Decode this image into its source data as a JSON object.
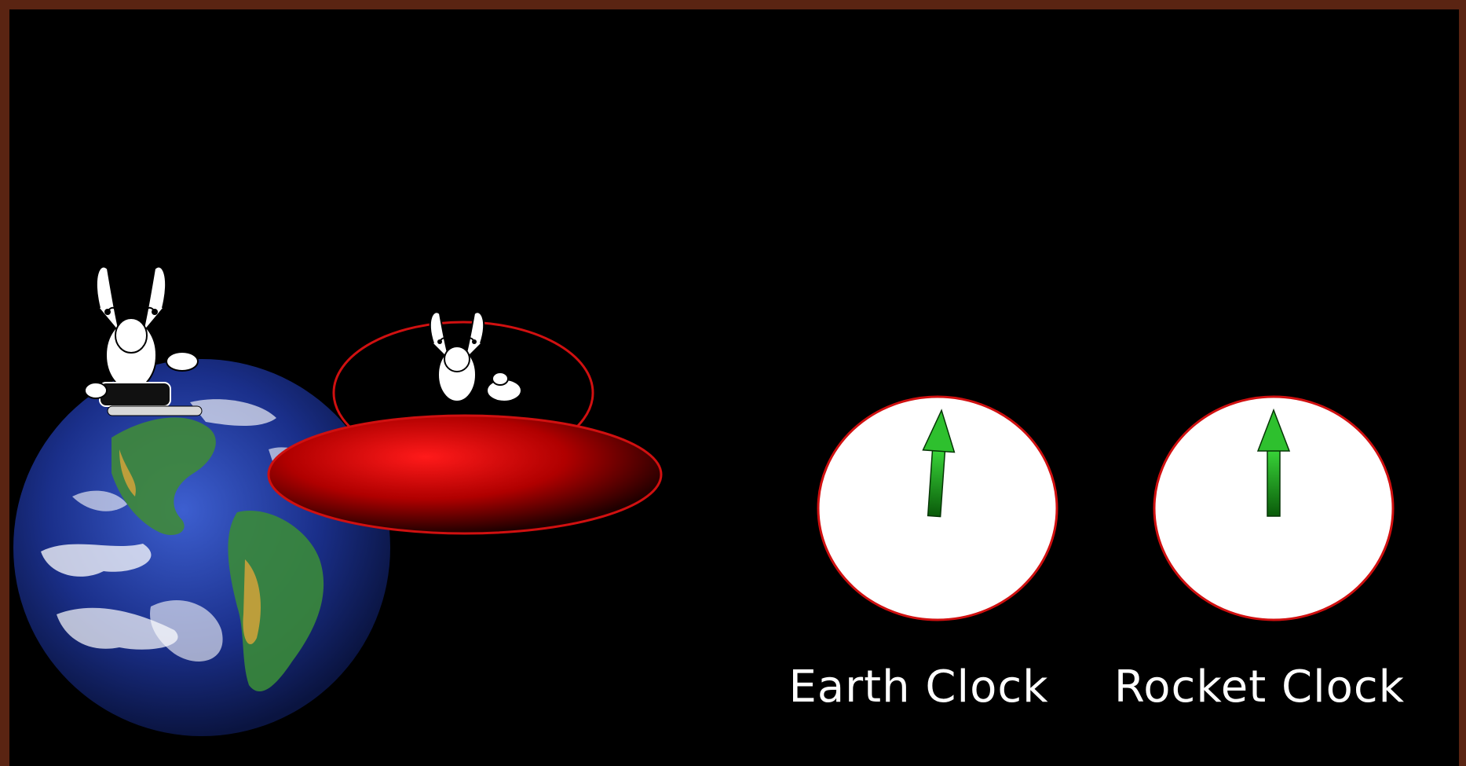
{
  "clocks": {
    "earth": {
      "label": "Earth Clock",
      "hand_angle_deg": 4,
      "hand_color": "#1fa01f",
      "rim_color": "#d01010"
    },
    "rocket": {
      "label": "Rocket Clock",
      "hand_angle_deg": 0,
      "hand_color": "#1fa01f",
      "rim_color": "#d01010"
    }
  },
  "colors": {
    "background": "#000000",
    "frame": "#5a2412",
    "ufo": "#ff0000",
    "earth_ocean": "#1a2f8a"
  },
  "figures": {
    "earth_character": "alien-on-earth",
    "ufo_character": "alien-in-ufo"
  }
}
